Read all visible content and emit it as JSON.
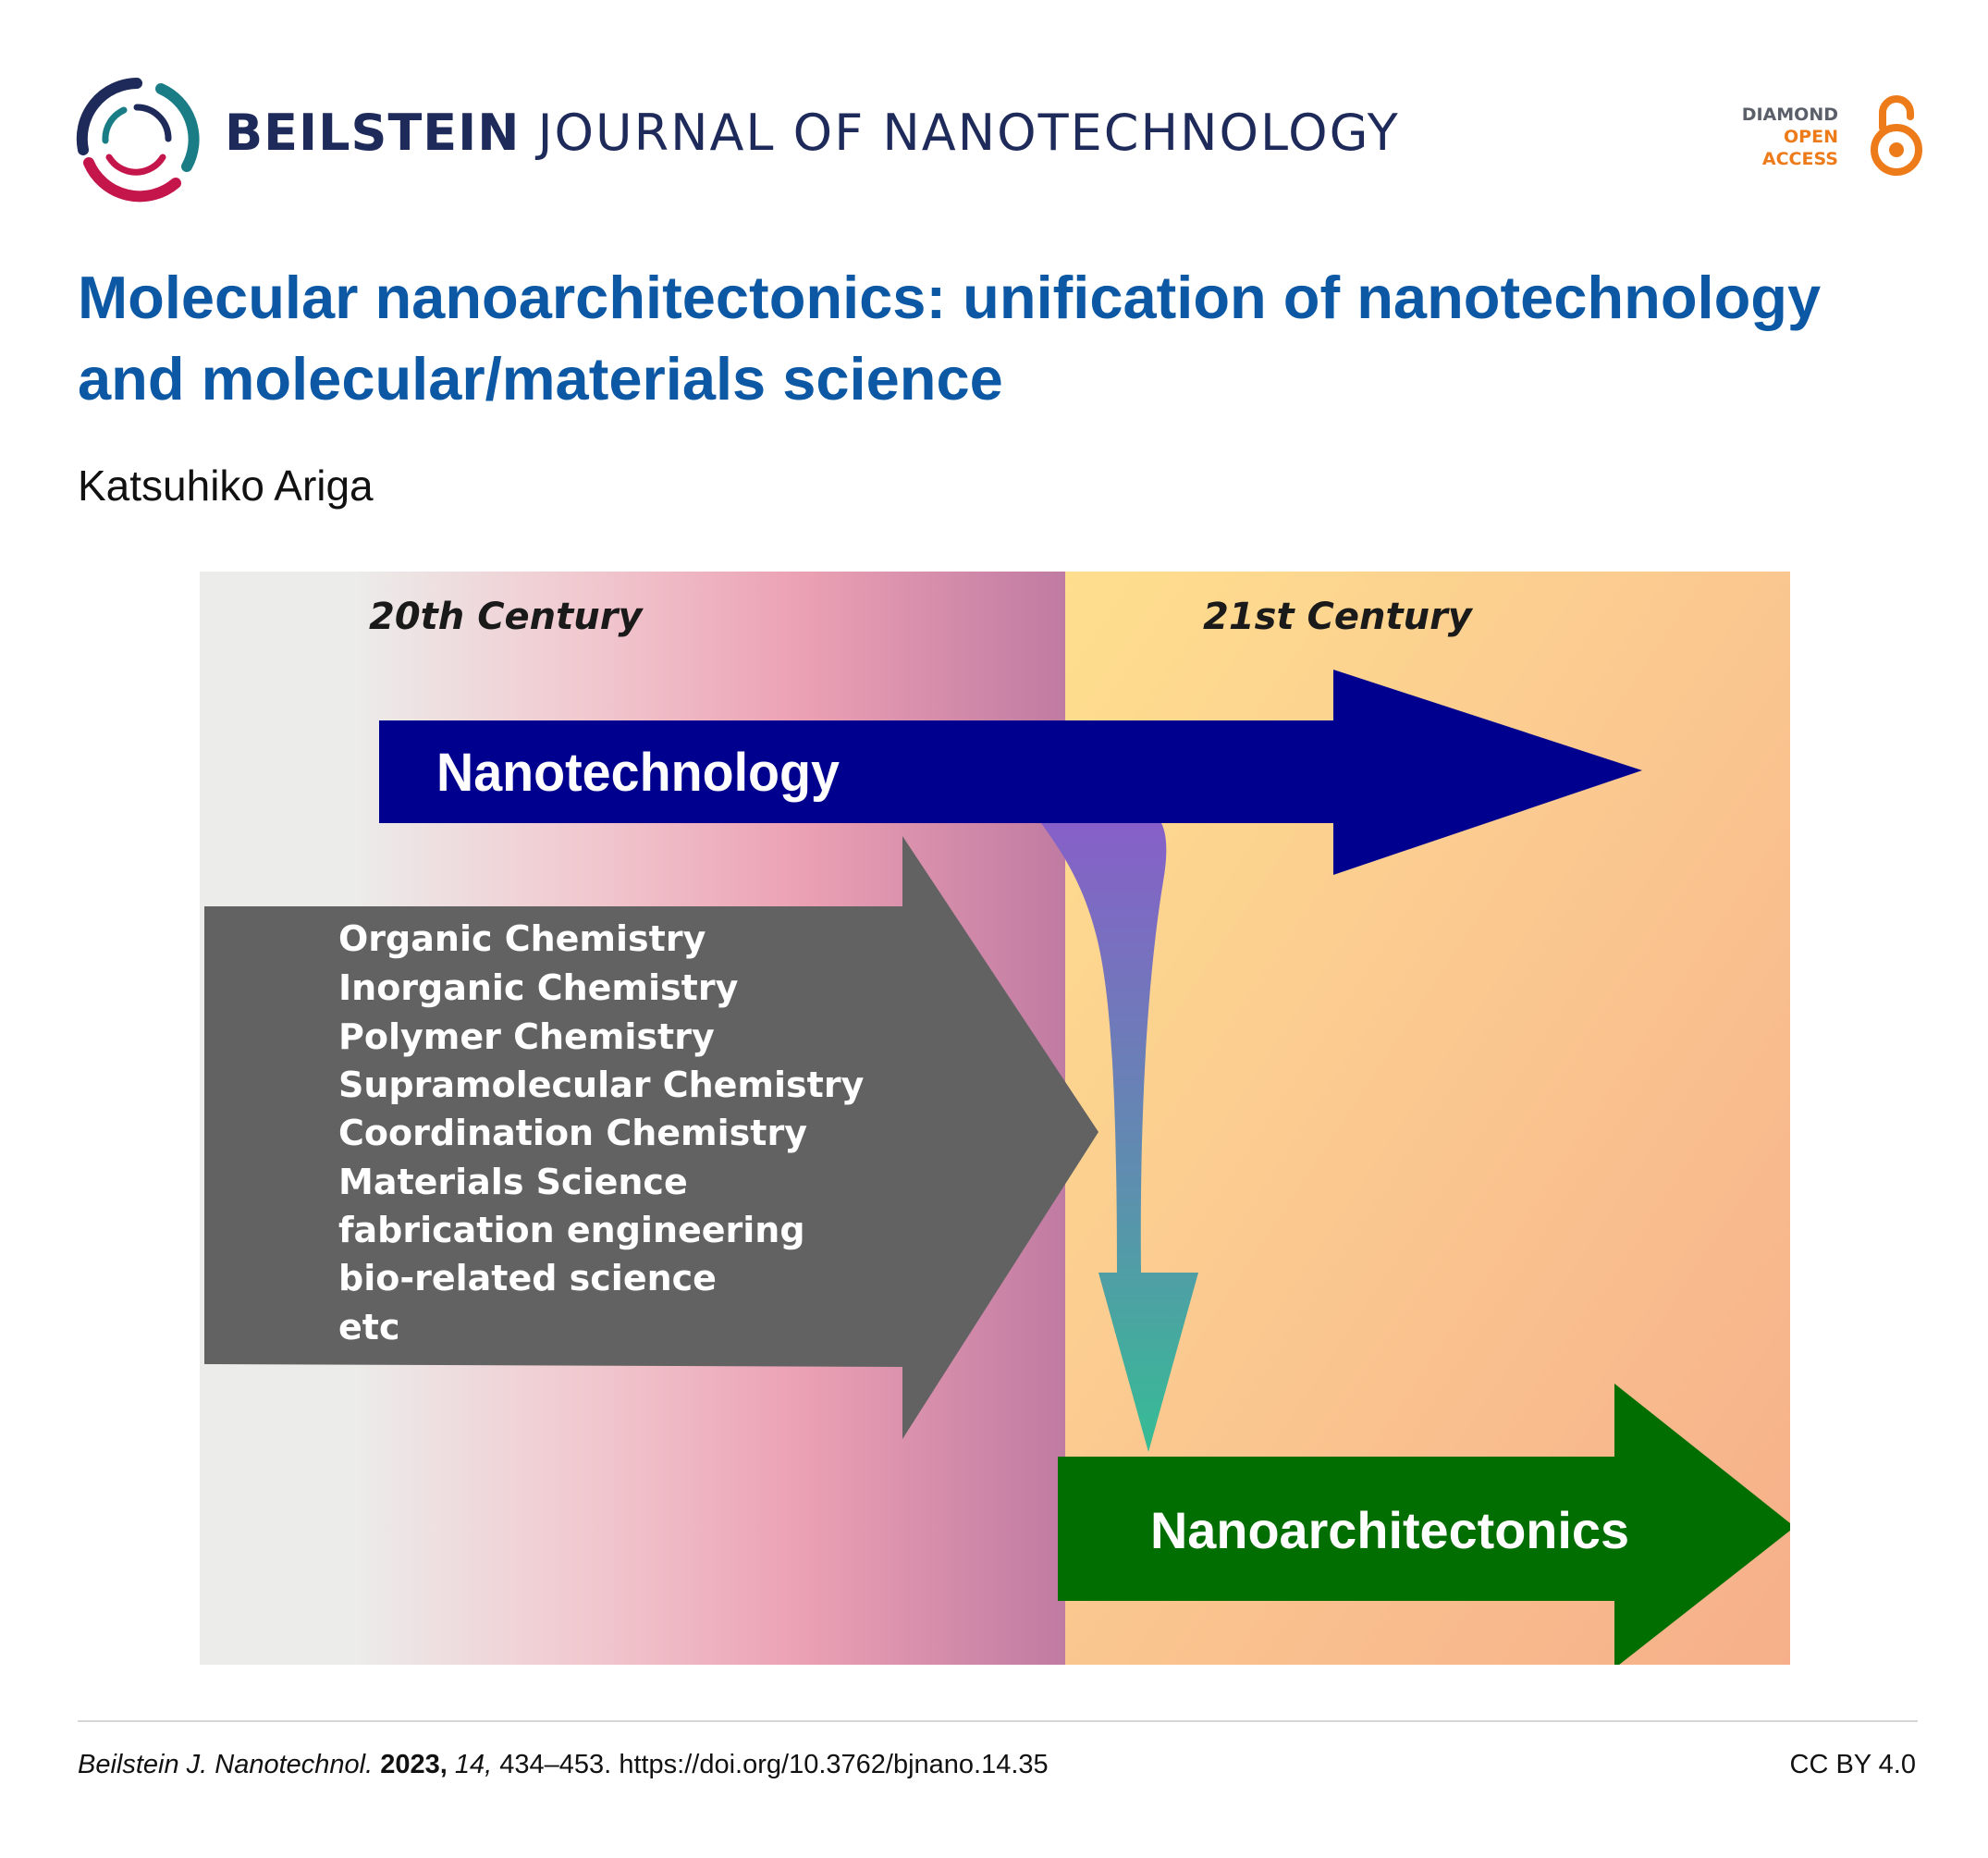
{
  "header": {
    "journal_bold": "BEILSTEIN",
    "journal_rest": "JOURNAL OF NANOTECHNOLOGY",
    "badge": {
      "line1": "DIAMOND",
      "line2": "OPEN",
      "line3": "ACCESS"
    }
  },
  "article": {
    "title": "Molecular nanoarchitectonics: unification of nanotechnology and molecular/materials science",
    "author": "Katsuhiko Ariga"
  },
  "figure": {
    "era_left": "20th Century",
    "era_right": "21st Century",
    "nanotech_label": "Nanotechnology",
    "fields": [
      "Organic Chemistry",
      "Inorganic Chemistry",
      "Polymer Chemistry",
      "Supramolecular Chemistry",
      "Coordination Chemistry",
      "Materials Science",
      "fabrication engineering",
      "bio-related science",
      "etc"
    ],
    "result_label": "Nanoarchitectonics",
    "colors": {
      "nanotech_arrow": "#00008e",
      "fields_arrow": "#626262",
      "result_arrow": "#006e00",
      "curve_top": "#8660c8",
      "curve_bottom": "#35bd94"
    }
  },
  "footer": {
    "journal_abbrev": "Beilstein J. Nanotechnol.",
    "year": "2023,",
    "volume": "14,",
    "pages": "434–453.",
    "doi": "https://doi.org/10.3762/bjnano.14.35",
    "license": "CC BY 4.0"
  }
}
